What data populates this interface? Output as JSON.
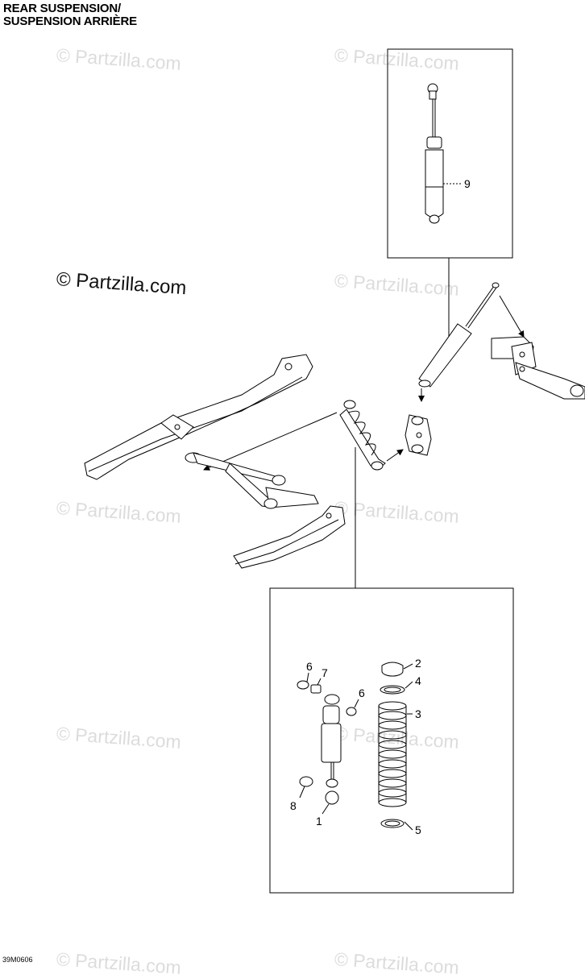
{
  "title": {
    "line1": "REAR SUSPENSION/",
    "line2": "SUSPENSION ARRIÈRE"
  },
  "watermark": "© Partzilla.com",
  "diagram_code": "39M0606",
  "callouts": {
    "c9": "9",
    "c1": "1",
    "c2": "2",
    "c3": "3",
    "c4": "4",
    "c5": "5",
    "c6a": "6",
    "c6b": "6",
    "c7": "7",
    "c8": "8"
  }
}
